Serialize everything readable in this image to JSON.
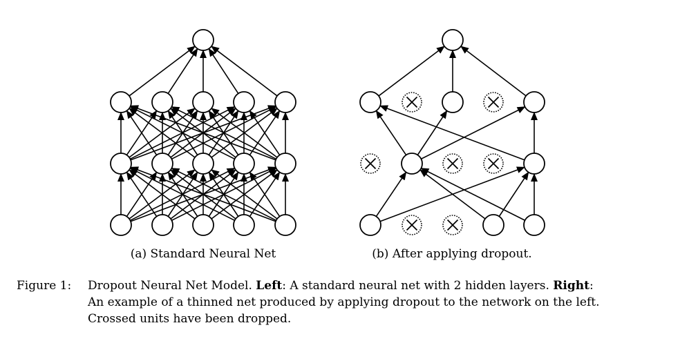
{
  "panels": {
    "a": {
      "caption": "(a) Standard Neural Net"
    },
    "b": {
      "caption": "(b) After applying dropout."
    }
  },
  "caption": {
    "label": "Figure 1:",
    "part1": "Dropout Neural Net Model.",
    "left_bold": "Left",
    "left_text": ": A standard neural net with 2 hidden layers.",
    "right_bold": "Right",
    "right_colon": ":",
    "line2": "An example of a thinned net produced by applying dropout to the network on the left.",
    "line3": "Crossed units have been dropped."
  }
}
